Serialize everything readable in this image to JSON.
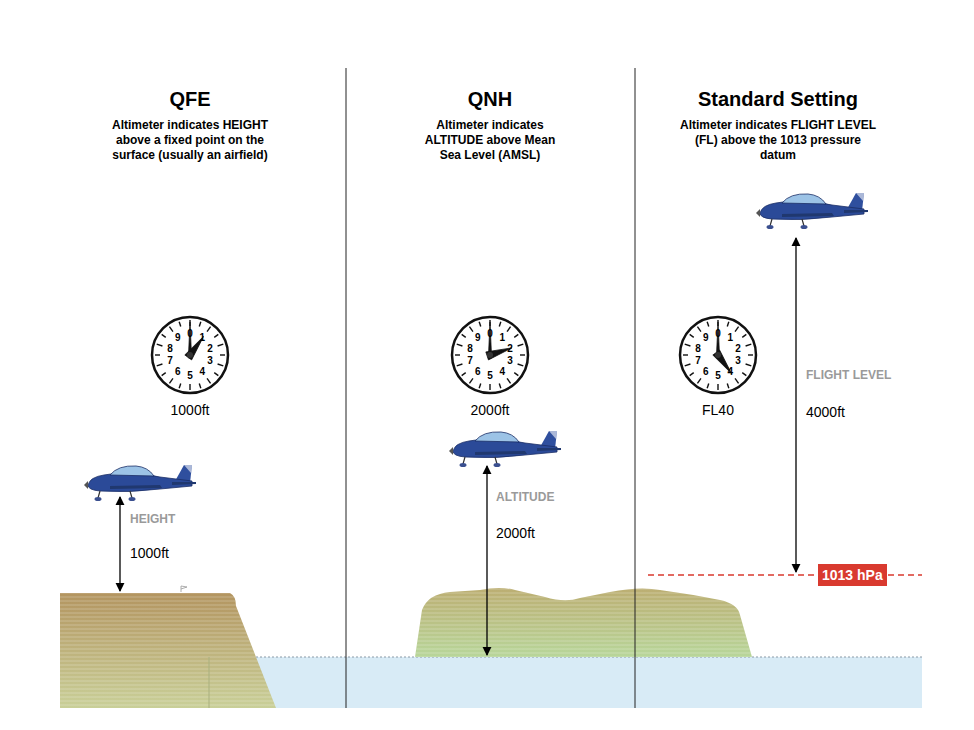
{
  "diagram": {
    "nodes": [
      {
        "text": [
          "0",
          "1",
          "2",
          "3",
          "4",
          "5",
          "6",
          "7",
          "8",
          "9"
        ]
      },
      {
        "text": [
          "0",
          "1",
          "2",
          "3",
          "4",
          "5",
          "6",
          "7",
          "8",
          "9"
        ]
      },
      {
        "text": [
          "0",
          "1",
          "2",
          "3",
          "4",
          "5",
          "6",
          "7",
          "8",
          "9"
        ]
      },
      {
        "text": [
          "1013 hPa"
        ]
      }
    ],
    "labels": [
      "QFE",
      "Altimeter indicates HEIGHT above a fixed point on the surface (usually an airfield)",
      "QNH",
      "Altimeter indicates ALTITUDE above Mean Sea Level (AMSL)",
      "Standard Setting",
      "Altimeter indicates FLIGHT LEVEL (FL) above the 1013 pressure datum",
      "1000ft",
      "2000ft",
      "FL40",
      "HEIGHT",
      "1000ft",
      "ALTITUDE",
      "2000ft",
      "FLIGHT LEVEL",
      "4000ft"
    ]
  }
}
